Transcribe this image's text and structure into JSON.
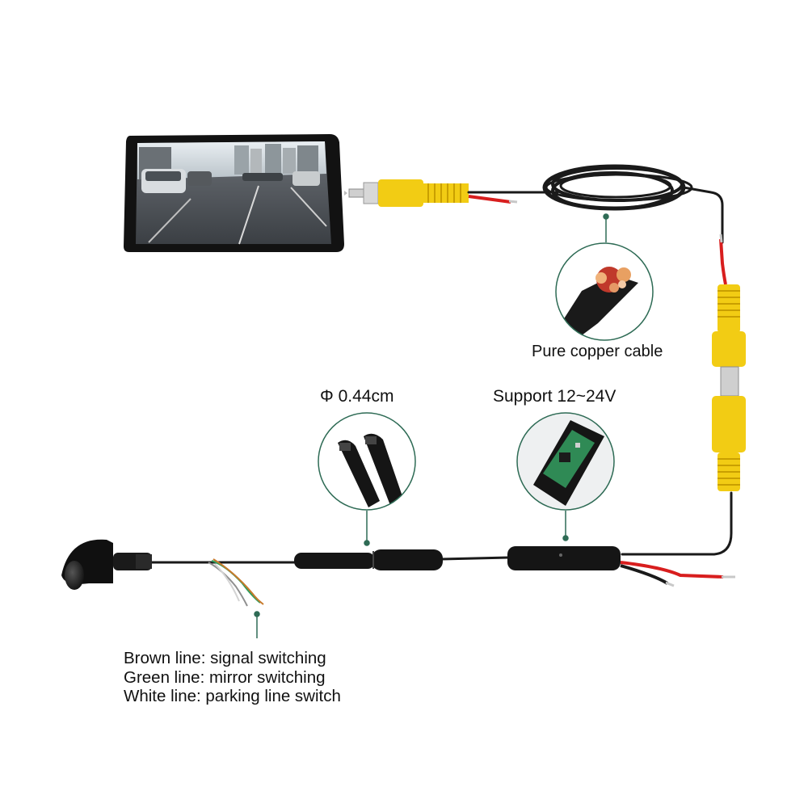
{
  "callouts": {
    "cable": "Pure copper cable",
    "connector_diameter": "Φ 0.44cm",
    "voltage": "Support 12~24V"
  },
  "wire_legend": [
    "Brown line: signal switching",
    "Green line: mirror switching",
    "White line: parking line switch"
  ],
  "colors": {
    "rca_yellow": "#f2cc14",
    "cable_black": "#1a1a1a",
    "callout_green": "#2e6b55",
    "power_red": "#d81e1e"
  }
}
